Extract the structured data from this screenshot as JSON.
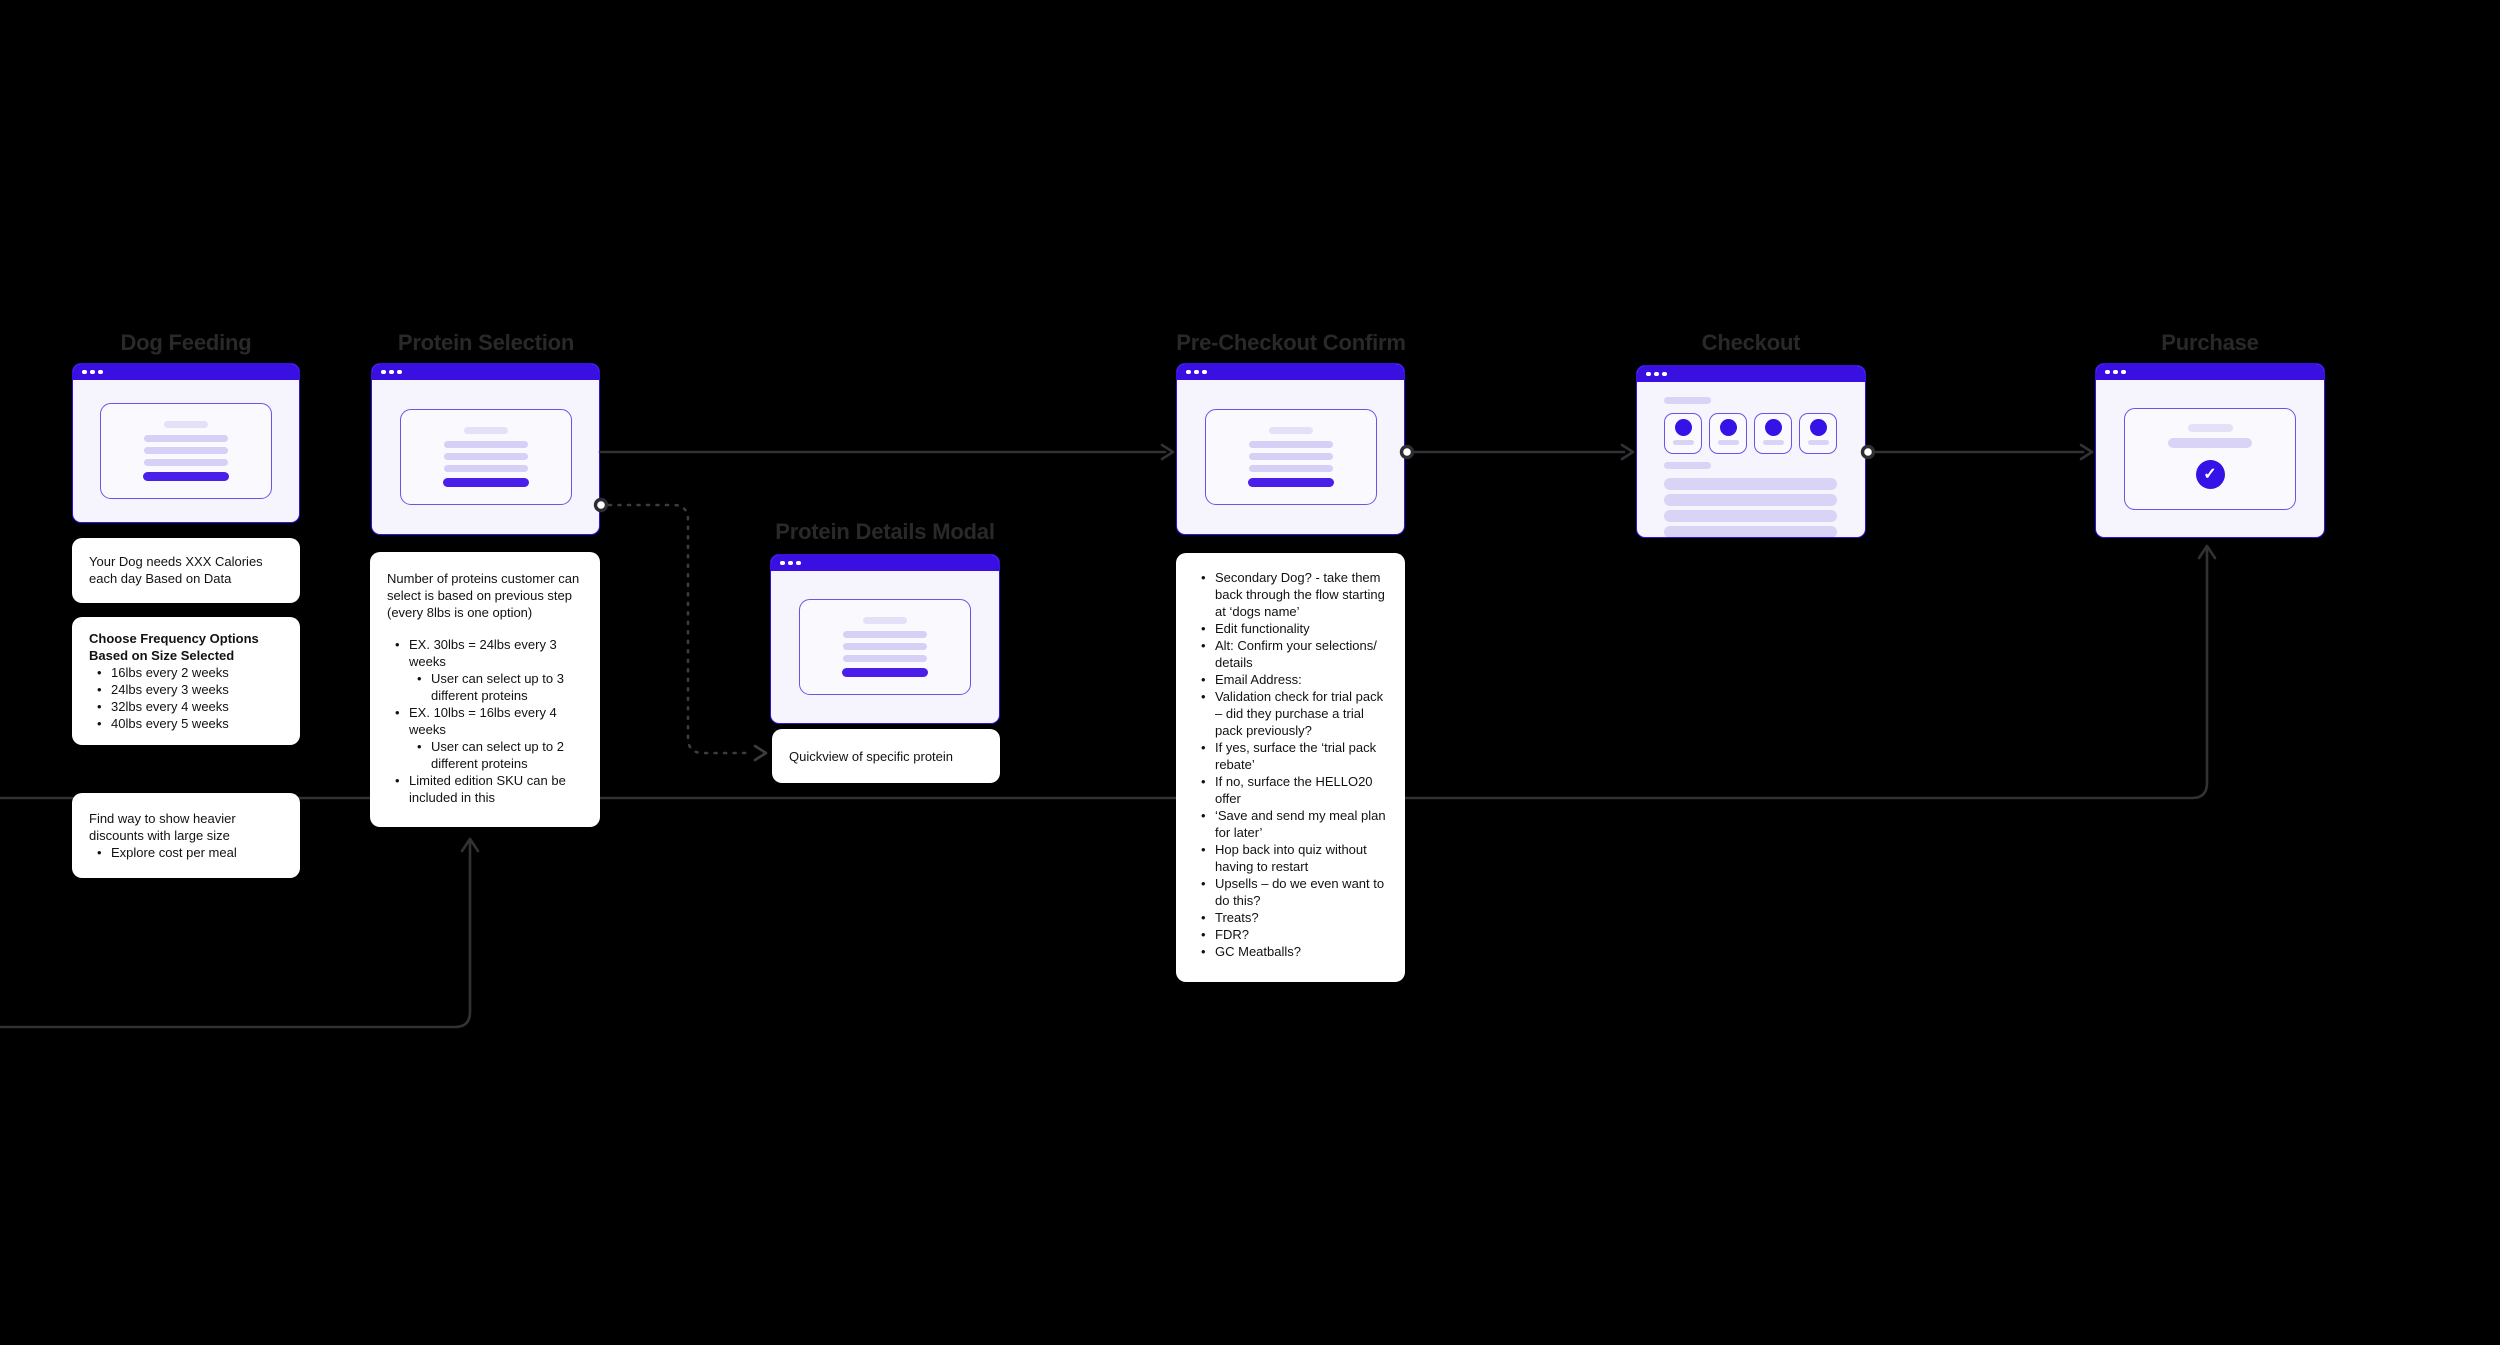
{
  "colors": {
    "background": "#000000",
    "accent_blue": "#3a10e2",
    "accent_pill": "#4a1fe9",
    "window_body": "#f6f4fc",
    "card_border": "#6e52e8",
    "pill_light": "#d6cff6",
    "pill_lighter": "#e4e0f8",
    "note_background": "#ffffff",
    "heading_text": "#292929",
    "note_text": "#121212",
    "connector": "#323236"
  },
  "headings": {
    "dog_feeding": "Dog Feeding",
    "protein_selection": "Protein Selection",
    "protein_details_modal": "Protein Details Modal",
    "pre_checkout": "Pre-Checkout Confirm",
    "checkout": "Checkout",
    "purchase": "Purchase"
  },
  "icons": {
    "window_controls": "traffic-light-dots",
    "purchase_check": "check-icon",
    "connector_start": "circle-port",
    "connector_end": "arrowhead"
  },
  "notes": {
    "calories": {
      "text": "Your Dog needs XXX Calories each day Based on Data"
    },
    "frequency": {
      "title": "Choose Frequency Options Based on Size Selected",
      "bullets": [
        "16lbs every 2 weeks",
        "24lbs every 3 weeks",
        "32lbs every 4 weeks",
        "40lbs every 5 weeks"
      ]
    },
    "discounts": {
      "text": "Find way to show heavier discounts with large size",
      "bullets": [
        "Explore cost per meal"
      ]
    },
    "protein_count": {
      "text": "Number of proteins customer can select is based on previous step (every 8lbs is one option)",
      "bullets": [
        {
          "level": 1,
          "text": "EX. 30lbs = 24lbs every 3 weeks"
        },
        {
          "level": 2,
          "text": "User can select up to 3 different proteins"
        },
        {
          "level": 1,
          "text": "EX. 10lbs = 16lbs every 4 weeks"
        },
        {
          "level": 2,
          "text": "User can select up to 2 different proteins"
        },
        {
          "level": 1,
          "text": "Limited edition SKU can be included in this"
        }
      ]
    },
    "quickview": {
      "text": "Quickview of specific protein"
    },
    "pre_checkout": {
      "bullets": [
        "Secondary Dog? - take them back through the flow starting at ‘dogs name’",
        "Edit functionality",
        "Alt: Confirm your selections/ details",
        "Email Address:",
        "Validation check for trial pack – did they purchase a trial pack previously?",
        "If yes, surface the ‘trial pack rebate’",
        "If no, surface the HELLO20 offer",
        "‘Save and send my meal plan for later’",
        "Hop back into quiz without having to restart",
        "Upsells – do we even want to do this?",
        "Treats?",
        "FDR?",
        "GC Meatballs?"
      ]
    }
  }
}
